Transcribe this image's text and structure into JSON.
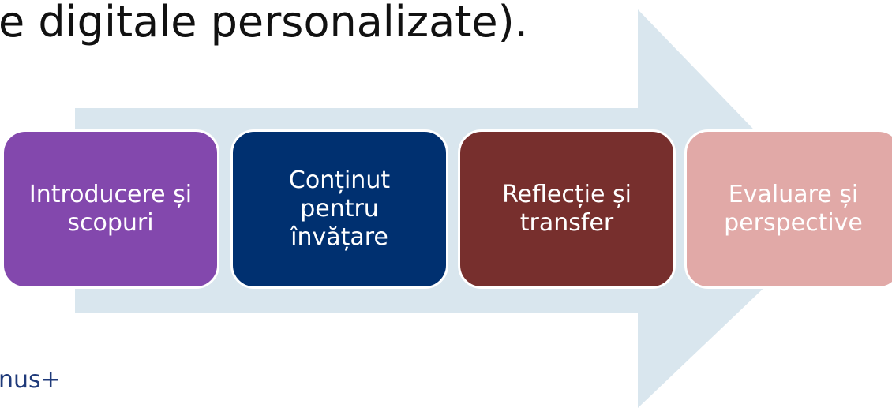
{
  "heading": "e digitale personalizate).",
  "steps": [
    {
      "label": "Introducere și scopuri",
      "color": "#8348ad"
    },
    {
      "label": "Conținut pentru învățare",
      "color": "#003070"
    },
    {
      "label": "Reflecție și transfer",
      "color": "#772f2d"
    },
    {
      "label": "Evaluare și perspective",
      "color": "#e1a9a7"
    }
  ],
  "arrow_color": "#d9e6ee",
  "footer_logo": "nus+"
}
